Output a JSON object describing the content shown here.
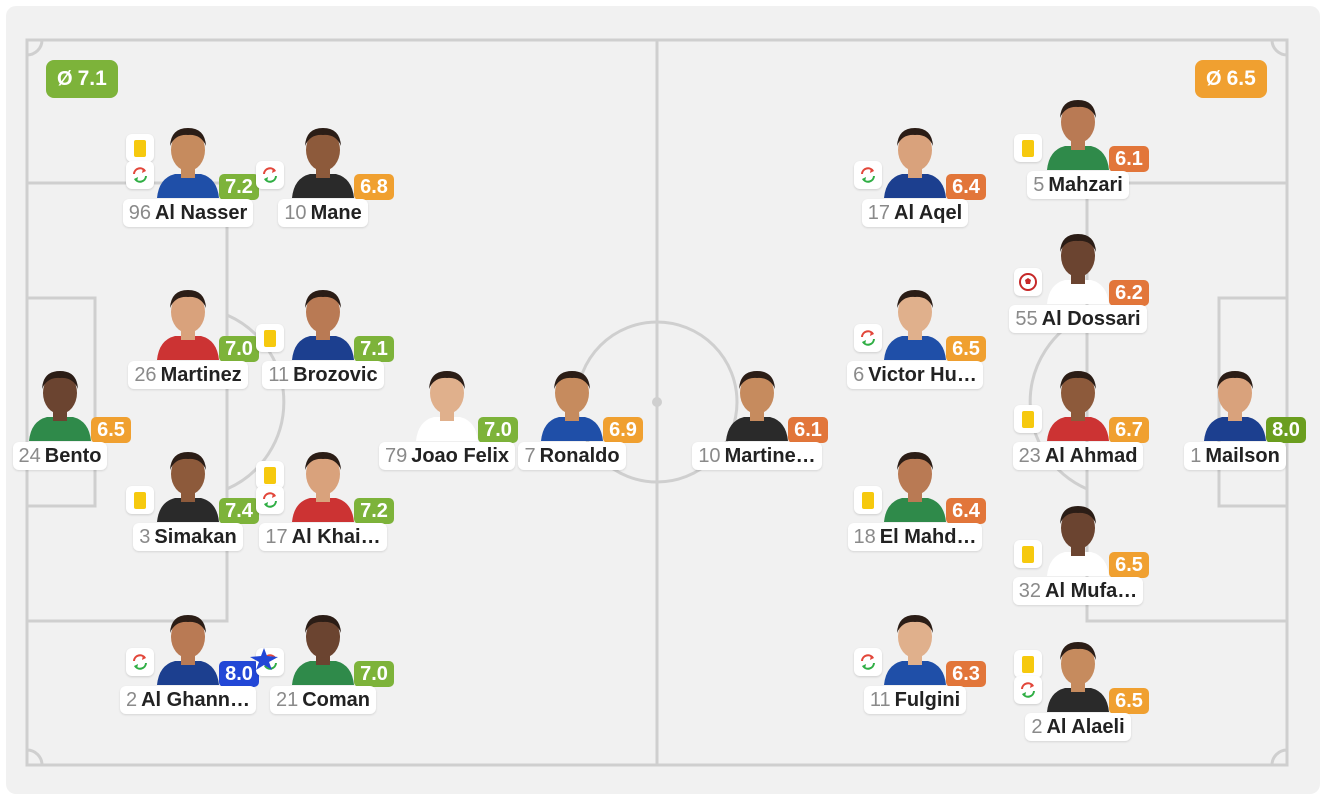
{
  "colors": {
    "pitch": "#f1f1f1",
    "lines": "#cfcfcf",
    "rating_green_dark": "#6b9e1f",
    "rating_green": "#7db33a",
    "rating_orange": "#f0a030",
    "rating_orange_dark": "#e2763a",
    "rating_blue": "#2247d6",
    "card_yellow": "#f6c90e"
  },
  "home": {
    "average": {
      "symbol": "Ø",
      "value": "7.1",
      "color": "#7db33a"
    },
    "players": [
      {
        "number": "96",
        "name": "Al Nasser",
        "rating": "7.2",
        "rating_color": "#7db33a",
        "events": [
          "yellow-card",
          "substitution"
        ]
      },
      {
        "number": "10",
        "name": "Mane",
        "rating": "6.8",
        "rating_color": "#f0a030",
        "events": [
          "substitution"
        ]
      },
      {
        "number": "26",
        "name": "Martinez",
        "rating": "7.0",
        "rating_color": "#7db33a",
        "events": []
      },
      {
        "number": "11",
        "name": "Brozovic",
        "rating": "7.1",
        "rating_color": "#7db33a",
        "events": [
          "yellow-card"
        ]
      },
      {
        "number": "24",
        "name": "Bento",
        "rating": "6.5",
        "rating_color": "#f0a030",
        "events": []
      },
      {
        "number": "79",
        "name": "Joao Felix",
        "rating": "7.0",
        "rating_color": "#7db33a",
        "events": []
      },
      {
        "number": "7",
        "name": "Ronaldo",
        "rating": "6.9",
        "rating_color": "#f0a030",
        "events": []
      },
      {
        "number": "3",
        "name": "Simakan",
        "rating": "7.4",
        "rating_color": "#7db33a",
        "events": [
          "yellow-card"
        ]
      },
      {
        "number": "17",
        "name": "Al Khai…",
        "rating": "7.2",
        "rating_color": "#7db33a",
        "events": [
          "yellow-card",
          "substitution"
        ]
      },
      {
        "number": "2",
        "name": "Al Ghann…",
        "rating": "8.0",
        "rating_color": "#2247d6",
        "events": [
          "substitution"
        ]
      },
      {
        "number": "21",
        "name": "Coman",
        "rating": "7.0",
        "rating_color": "#7db33a",
        "events": [
          "substitution"
        ]
      }
    ]
  },
  "away": {
    "average": {
      "symbol": "Ø",
      "value": "6.5",
      "color": "#f0a030"
    },
    "players": [
      {
        "number": "17",
        "name": "Al Aqel",
        "rating": "6.4",
        "rating_color": "#e2763a",
        "events": [
          "substitution"
        ]
      },
      {
        "number": "5",
        "name": "Mahzari",
        "rating": "6.1",
        "rating_color": "#e2763a",
        "events": [
          "yellow-card"
        ]
      },
      {
        "number": "55",
        "name": "Al Dossari",
        "rating": "6.2",
        "rating_color": "#e2763a",
        "events": [
          "goal"
        ]
      },
      {
        "number": "6",
        "name": "Victor Hu…",
        "rating": "6.5",
        "rating_color": "#f0a030",
        "events": [
          "substitution"
        ]
      },
      {
        "number": "10",
        "name": "Martine…",
        "rating": "6.1",
        "rating_color": "#e2763a",
        "events": []
      },
      {
        "number": "23",
        "name": "Al Ahmad",
        "rating": "6.7",
        "rating_color": "#f0a030",
        "events": [
          "yellow-card"
        ]
      },
      {
        "number": "1",
        "name": "Mailson",
        "rating": "8.0",
        "rating_color": "#6b9e1f",
        "events": []
      },
      {
        "number": "18",
        "name": "El Mahd…",
        "rating": "6.4",
        "rating_color": "#e2763a",
        "events": [
          "yellow-card"
        ]
      },
      {
        "number": "32",
        "name": "Al Mufa…",
        "rating": "6.5",
        "rating_color": "#f0a030",
        "events": [
          "yellow-card"
        ]
      },
      {
        "number": "11",
        "name": "Fulgini",
        "rating": "6.3",
        "rating_color": "#e2763a",
        "events": [
          "substitution"
        ]
      },
      {
        "number": "2",
        "name": "Al Alaeli",
        "rating": "6.5",
        "rating_color": "#f0a030",
        "events": [
          "yellow-card",
          "substitution"
        ]
      }
    ]
  }
}
